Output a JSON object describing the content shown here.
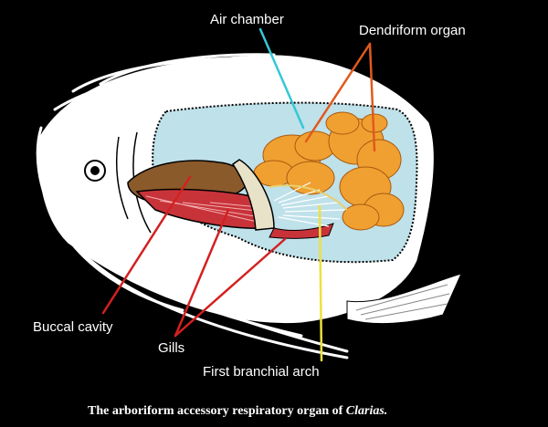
{
  "labels": {
    "air_chamber": "Air chamber",
    "dendriform_organ": "Dendriform organ",
    "buccal_cavity": "Buccal cavity",
    "gills": "Gills",
    "first_branchial_arch": "First branchial arch"
  },
  "caption": {
    "text": "The arboriform accessory respiratory organ of ",
    "genus": "Clarias."
  },
  "colors": {
    "background": "#000000",
    "body_outline": "#ffffff",
    "air_chamber_fill": "#bfe1ea",
    "dendriform_fill": "#f0a030",
    "gill_red": "#c8333a",
    "buccal_brown": "#8a5a2b",
    "pointer_cyan": "#35c8d6",
    "pointer_orange": "#e05a1e",
    "pointer_red": "#d42020",
    "pointer_yellow": "#f0e040"
  }
}
